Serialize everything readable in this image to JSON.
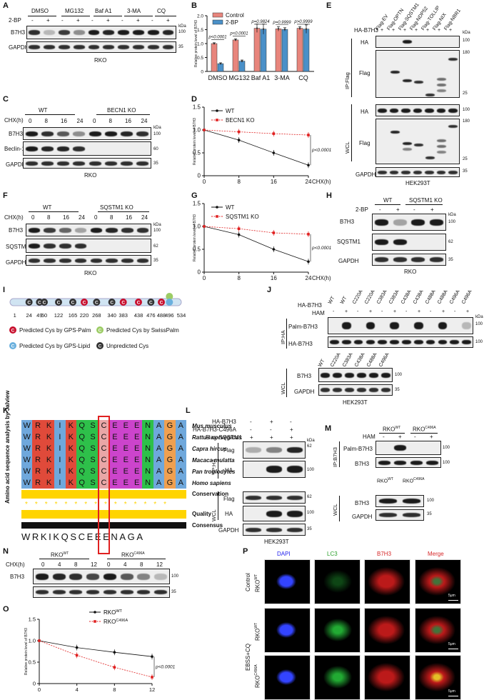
{
  "panels": {
    "A": {
      "label": "A",
      "conditions": [
        "DMSO",
        "MG132",
        "Baf A1",
        "3-MA",
        "CQ"
      ],
      "treatment_label": "2-BP",
      "signs": [
        "-",
        "+",
        "-",
        "+",
        "-",
        "+",
        "-",
        "+",
        "-",
        "+"
      ],
      "rows": [
        "B7H3",
        "GAPDH"
      ],
      "kda_header": "kDa",
      "kda": [
        "100",
        "35"
      ],
      "cell_line": "RKO"
    },
    "B": {
      "label": "B",
      "legend": [
        "Control",
        "2-BP"
      ],
      "colors": {
        "control": "#e8857c",
        "treated": "#4a90c8"
      },
      "pvalues": [
        "p<0.0001",
        "p<0.0001",
        "p=0.9824",
        "p=0.9999",
        "p>0.9999"
      ]
    },
    "C": {
      "label": "C",
      "chx_label": "CHX(h)",
      "groups": [
        "WT",
        "BECN1 KO"
      ],
      "times": [
        "0",
        "8",
        "16",
        "24",
        "0",
        "8",
        "16",
        "24"
      ],
      "rows": [
        "B7H3",
        "Beclin-1",
        "GAPDH"
      ],
      "kda_header": "kDa",
      "kda": [
        "100",
        "60",
        "35"
      ],
      "cell_line": "RKO"
    },
    "D": {
      "label": "D",
      "pvalue": "p<0.0001",
      "xunit": "CHX(h)"
    },
    "E": {
      "label": "E",
      "construct": "HA-B7H3",
      "flags": [
        "Flag-EV",
        "Flag-OPTN",
        "Flag-SQSTM1",
        "Flag-NDP52",
        "Flag-TOLLIP",
        "Flag-NIX",
        "Flag-NBR1"
      ],
      "signs": [
        "+",
        "+",
        "+",
        "+",
        "+",
        "+",
        "+"
      ],
      "ip": "IP:Flag",
      "wcl": "WCL",
      "rows": [
        "HA",
        "Flag",
        "HA",
        "Flag",
        "GAPDH"
      ],
      "kda_header": "kDa",
      "kda": [
        "100",
        "180",
        "25",
        "100",
        "180",
        "25",
        "35"
      ],
      "cell_line": "HEK293T"
    },
    "F": {
      "label": "F",
      "chx_label": "CHX(h)",
      "groups": [
        "WT",
        "SQSTM1 KO"
      ],
      "times": [
        "0",
        "8",
        "16",
        "24",
        "0",
        "8",
        "16",
        "24"
      ],
      "rows": [
        "B7H3",
        "SQSTM1",
        "GAPDH"
      ],
      "kda_header": "kDa",
      "kda": [
        "100",
        "62",
        "35"
      ],
      "cell_line": "RKO"
    },
    "G": {
      "label": "G",
      "pvalue": "p<0.0001",
      "xunit": "CHX(h)"
    },
    "H": {
      "label": "H",
      "groups": [
        "WT",
        "SQSTM1 KO"
      ],
      "treatment_label": "2-BP",
      "signs": [
        "-",
        "+",
        "-",
        "+"
      ],
      "rows": [
        "B7H3",
        "SQSTM1",
        "GAPDH"
      ],
      "kda_header": "kDa",
      "kda": [
        "100",
        "62",
        "35"
      ],
      "cell_line": "RKO"
    },
    "I": {
      "label": "I",
      "positions": [
        "1",
        "24",
        "49",
        "50",
        "122",
        "165",
        "220",
        "268",
        "340",
        "383",
        "438",
        "476",
        "488",
        "496",
        "534"
      ],
      "legend": [
        "Predicted Cys by GPS-Palm",
        "Predicted Cys by SwissPalm",
        "Predicted Cys by GPS-Lipid",
        "Unpredicted Cys"
      ],
      "colors": {
        "gps_palm": "#c8102e",
        "swisspalm": "#9ccc65",
        "gps_lipid": "#6ab0de",
        "unpredicted": "#333333"
      }
    },
    "J": {
      "label": "J",
      "construct": "HA-B7H3",
      "ham": "HAM",
      "lanes": [
        "WT",
        "WT",
        "C220A",
        "C220A",
        "C383A",
        "C383A",
        "C438A",
        "C438A",
        "C488A",
        "C488A",
        "C496A",
        "C496A"
      ],
      "signs": [
        "-",
        "+",
        "-",
        "+",
        "-",
        "+",
        "-",
        "+",
        "-",
        "+",
        "-",
        "+"
      ],
      "ip": "IP:HA",
      "rows": [
        "Palm-B7H3",
        "HA-B7H3"
      ],
      "wcl_lanes": [
        "WT",
        "C220A",
        "C383A",
        "C438A",
        "C488A",
        "C496A"
      ],
      "wcl": "WCL",
      "wcl_rows": [
        "B7H3",
        "GAPDH"
      ],
      "kda_header": "kDa",
      "kda": [
        "100",
        "100",
        "100",
        "35"
      ],
      "cell_line": "HEK293T"
    },
    "K": {
      "label": "K",
      "side_title": "Amino acid sequence analysis by Jalview",
      "species": [
        "Mus musculus",
        "Rattus norvegicus",
        "Capra hircus",
        "Macaca mulatta",
        "Pan troglodytes",
        "Homo sapiens"
      ],
      "sequence": [
        "W",
        "R",
        "K",
        "I",
        "K",
        "Q",
        "S",
        "C",
        "E",
        "E",
        "E",
        "N",
        "A",
        "G",
        "A"
      ],
      "tracks": [
        "Conservation",
        "Quality",
        "Consensus"
      ],
      "consensus": "WRKIKQSCEEENAGA",
      "stars": "* * * * * * * * * * * * * * *"
    },
    "L": {
      "label": "L",
      "constructs": [
        "HA-B7H3",
        "HA-B7H3-C496A",
        "Flag-SQSTM1"
      ],
      "signs": [
        [
          "-",
          "+",
          "-"
        ],
        [
          "-",
          "-",
          "+"
        ],
        [
          "+",
          "+",
          "+"
        ]
      ],
      "ip": "IP:HA",
      "wcl": "WCL",
      "rows": [
        "Flag",
        "HA",
        "Flag",
        "HA",
        "GAPDH"
      ],
      "kda_header": "kDa",
      "kda": [
        "62",
        "100",
        "62",
        "100",
        "35"
      ],
      "cell_line": "HEK293T"
    },
    "M": {
      "label": "M",
      "groups": [
        "RKO",
        "RKO"
      ],
      "group_sups": [
        "WT",
        "C496A"
      ],
      "ham": "HAM",
      "signs": [
        "-",
        "+",
        "-",
        "+"
      ],
      "ip": "IP:B7H3",
      "rows": [
        "Palm-B7H3",
        "B7H3"
      ],
      "wcl": "WCL",
      "wcl_rows": [
        "B7H3",
        "GAPDH"
      ],
      "kda": [
        "100",
        "100",
        "100",
        "35"
      ]
    },
    "N": {
      "label": "N",
      "chx_label": "CHX(h)",
      "groups": [
        "RKO",
        "RKO"
      ],
      "group_sups": [
        "WT",
        "C496A"
      ],
      "times": [
        "0",
        "4",
        "8",
        "12",
        "0",
        "4",
        "8",
        "12"
      ],
      "rows": [
        "B7H3",
        "GAPDH"
      ],
      "kda": [
        "100",
        "35"
      ]
    },
    "O": {
      "label": "O",
      "pvalue": "p<0.0001"
    },
    "P": {
      "label": "P",
      "columns": [
        "DAPI",
        "LC3",
        "B7H3",
        "Merge"
      ],
      "column_colors": [
        "#2222ee",
        "#2ca02c",
        "#d62728",
        "#d62728"
      ],
      "rows": [
        {
          "group": "Control",
          "line": "RKO",
          "sup": "WT"
        },
        {
          "group": "EBSS+CQ",
          "line": "RKO",
          "sup": "WT"
        },
        {
          "group": "",
          "line": "RKO",
          "sup": "C496A"
        }
      ],
      "scale": "5μm"
    }
  },
  "chart_data": [
    {
      "type": "bar",
      "panel": "B",
      "categories": [
        "DMSO",
        "MG132",
        "Baf A1",
        "3-MA",
        "CQ"
      ],
      "series": [
        {
          "name": "Control",
          "values": [
            1.0,
            1.13,
            1.55,
            1.53,
            1.55
          ]
        },
        {
          "name": "2-BP",
          "values": [
            0.28,
            0.37,
            1.52,
            1.51,
            1.52
          ]
        }
      ],
      "errors": [
        [
          0.03,
          0.04,
          0.15,
          0.08,
          0.06
        ],
        [
          0.03,
          0.04,
          0.18,
          0.06,
          0.15
        ]
      ],
      "ylabel": "Relative protein level of B7H3",
      "ylim": [
        0,
        2.0
      ],
      "yticks": [
        "0",
        "0.5",
        "1.0",
        "1.5",
        "2.0"
      ]
    },
    {
      "type": "line",
      "panel": "D",
      "x": [
        0,
        8,
        16,
        24
      ],
      "series": [
        {
          "name": "WT",
          "values": [
            1.0,
            0.78,
            0.5,
            0.23
          ]
        },
        {
          "name": "BECN1 KO",
          "values": [
            1.0,
            0.96,
            0.92,
            0.89
          ]
        }
      ],
      "ylabel": "Relative protein level of B7H3",
      "xlabel": "CHX(h)",
      "ylim": [
        0,
        1.5
      ],
      "yticks": [
        "0",
        "0.5",
        "1.0",
        "1.5"
      ],
      "xticks": [
        "0",
        "8",
        "16",
        "24"
      ],
      "colors": [
        "#111111",
        "#e02020"
      ]
    },
    {
      "type": "line",
      "panel": "G",
      "x": [
        0,
        8,
        16,
        24
      ],
      "series": [
        {
          "name": "WT",
          "values": [
            1.0,
            0.82,
            0.5,
            0.23
          ]
        },
        {
          "name": "SQSTM1 KO",
          "values": [
            1.0,
            0.95,
            0.86,
            0.83
          ]
        }
      ],
      "ylabel": "Relative protein level of B7H3",
      "xlabel": "CHX(h)",
      "ylim": [
        0,
        1.5
      ],
      "yticks": [
        "0",
        "0.5",
        "1.0",
        "1.5"
      ],
      "xticks": [
        "0",
        "8",
        "16",
        "24"
      ],
      "colors": [
        "#111111",
        "#e02020"
      ]
    },
    {
      "type": "line",
      "panel": "O",
      "x": [
        0,
        4,
        8,
        12
      ],
      "series": [
        {
          "name": "RKO WT",
          "values": [
            1.0,
            0.84,
            0.73,
            0.63
          ]
        },
        {
          "name": "RKO C496A",
          "values": [
            1.0,
            0.66,
            0.38,
            0.15
          ]
        }
      ],
      "ylabel": "Relative protein level of B7H3",
      "ylim": [
        0,
        1.5
      ],
      "yticks": [
        "0",
        "0.5",
        "1.0",
        "1.5"
      ],
      "xticks": [
        "0",
        "4",
        "8",
        "12"
      ],
      "colors": [
        "#111111",
        "#e02020"
      ]
    }
  ]
}
